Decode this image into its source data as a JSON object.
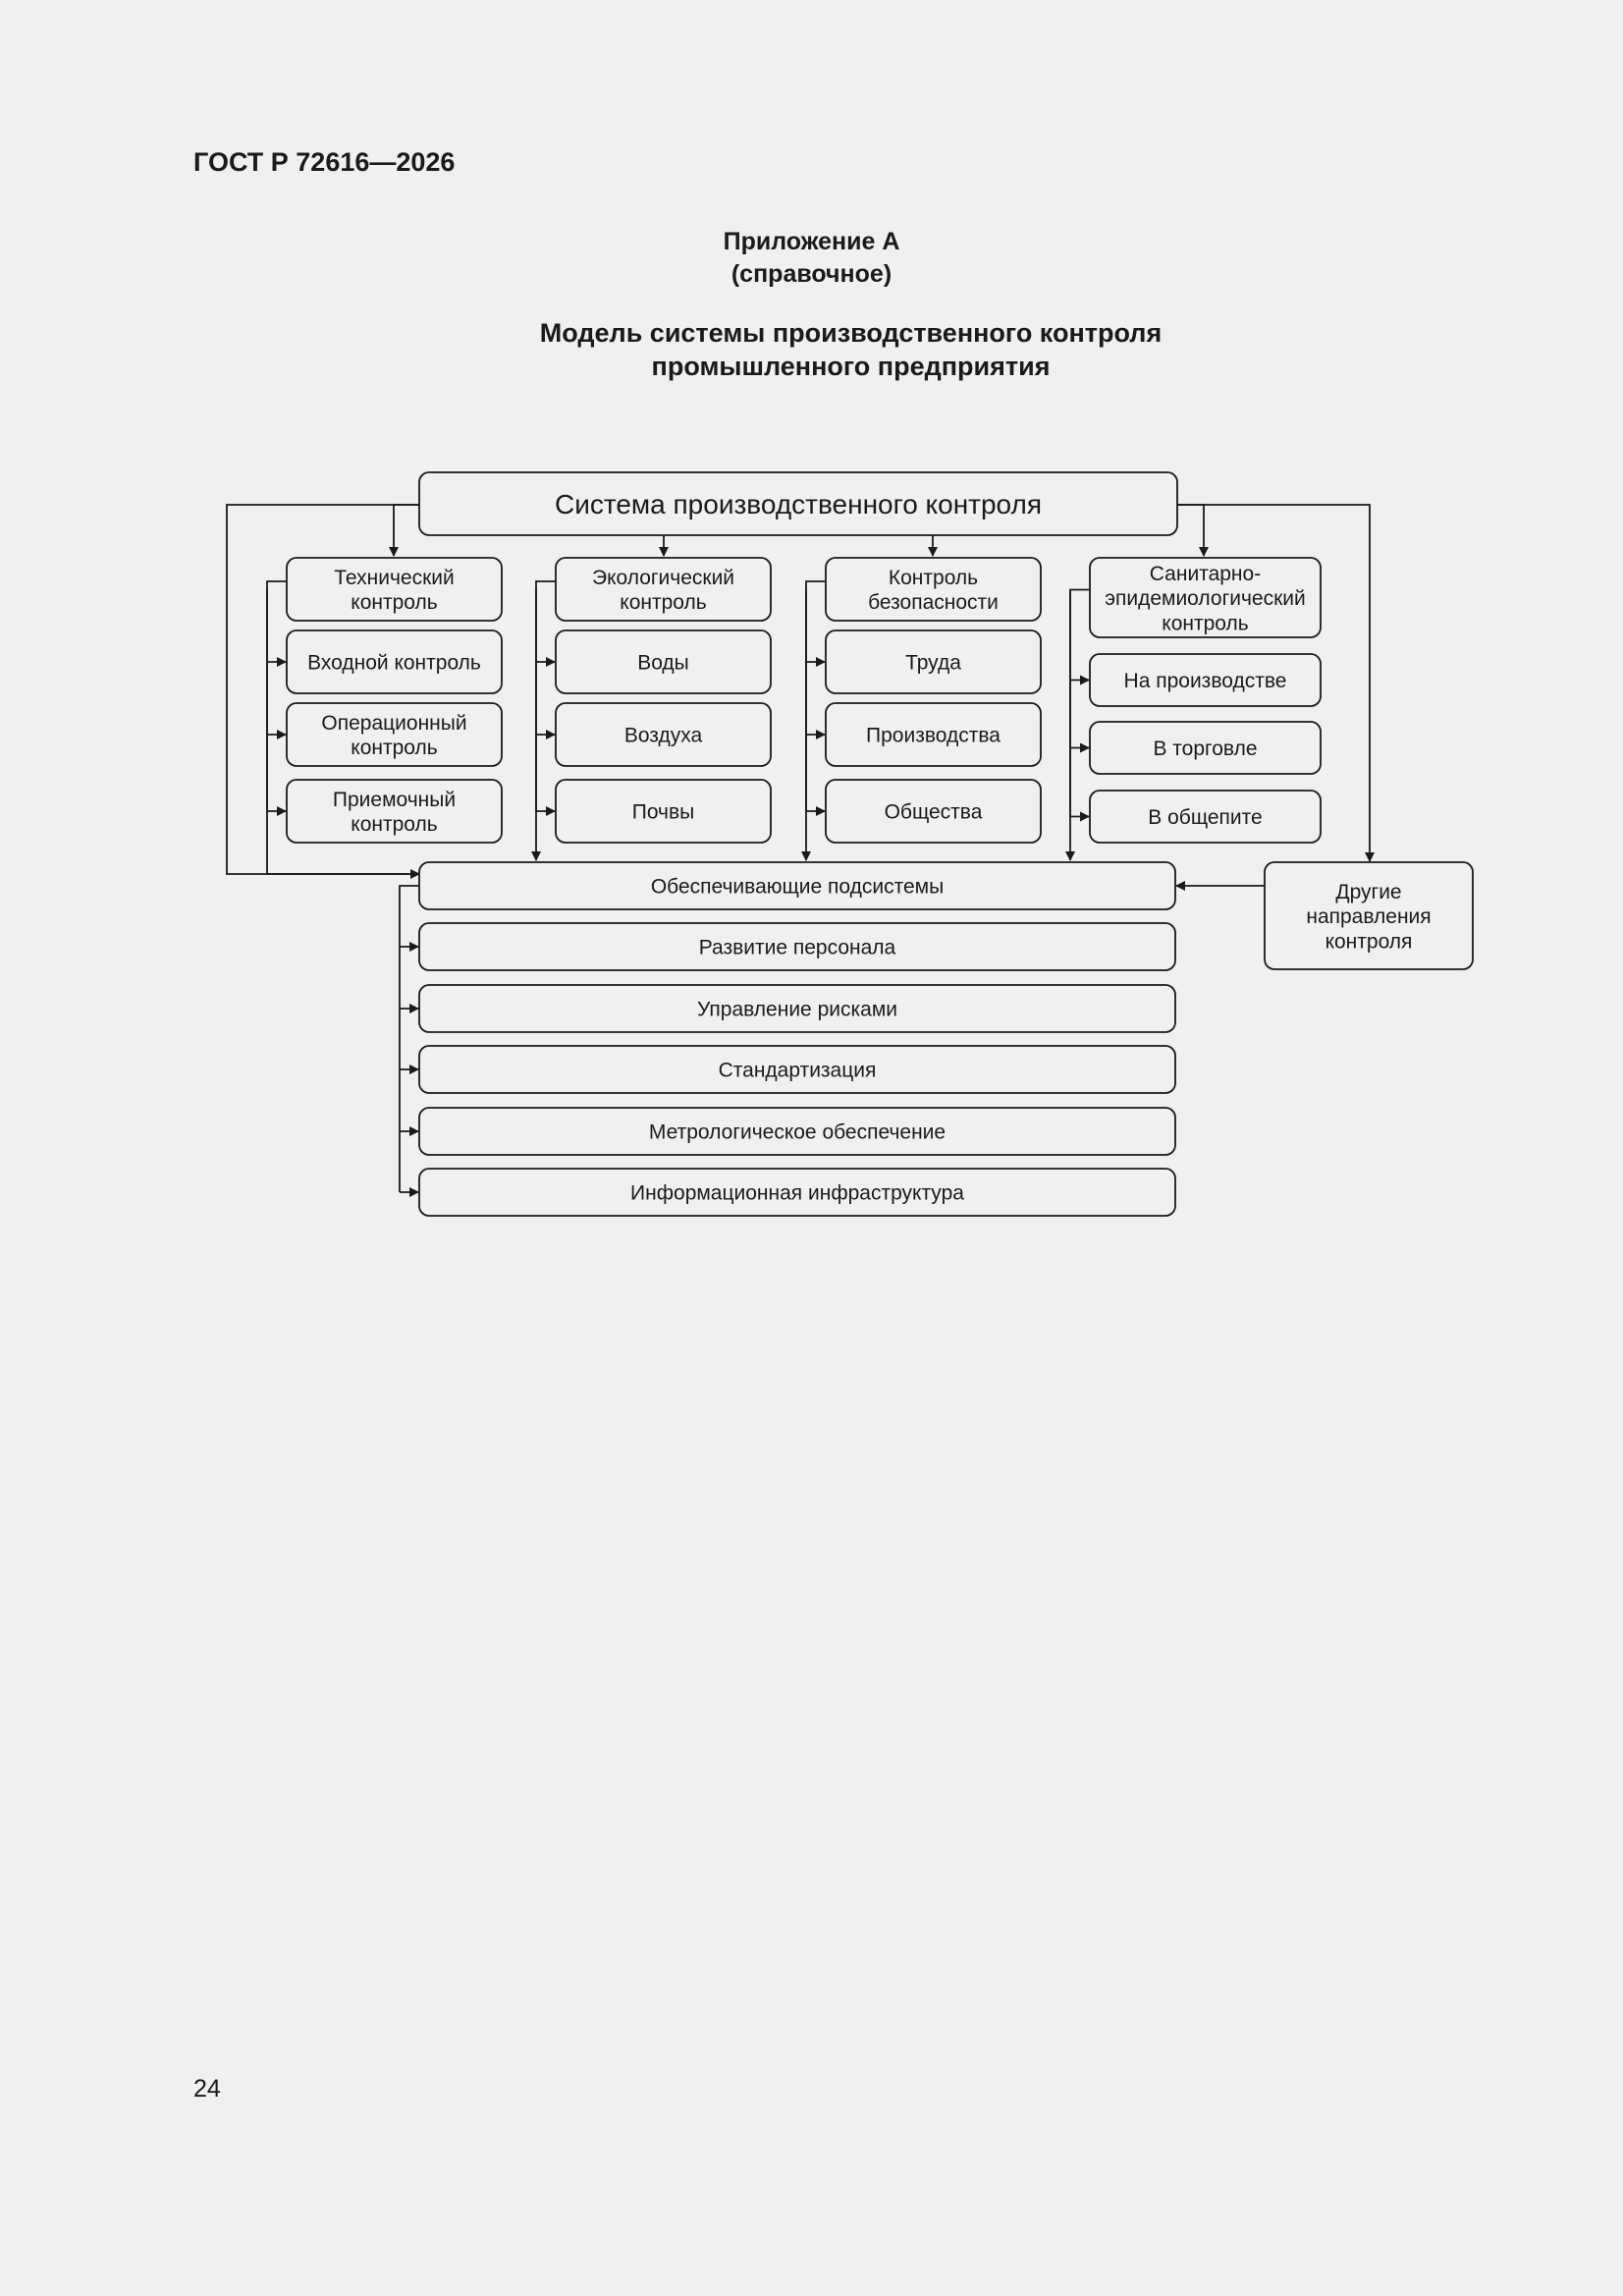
{
  "header": {
    "standard_id": "ГОСТ Р 72616—2026"
  },
  "appendix": {
    "label": "Приложение А",
    "type": "(справочное)"
  },
  "title": {
    "line1": "Модель системы производственного контроля",
    "line2": "промышленного предприятия"
  },
  "diagram": {
    "root": "Система производственного контроля",
    "columns": [
      {
        "heading": [
          "Технический",
          "контроль"
        ],
        "items": [
          [
            "Входной контроль"
          ],
          [
            "Операционный",
            "контроль"
          ],
          [
            "Приемочный",
            "контроль"
          ]
        ]
      },
      {
        "heading": [
          "Экологический",
          "контроль"
        ],
        "items": [
          [
            "Воды"
          ],
          [
            "Воздуха"
          ],
          [
            "Почвы"
          ]
        ]
      },
      {
        "heading": [
          "Контроль",
          "безопасности"
        ],
        "items": [
          [
            "Труда"
          ],
          [
            "Производства"
          ],
          [
            "Общества"
          ]
        ]
      },
      {
        "heading": [
          "Санитарно-",
          "эпидемиологический",
          "контроль"
        ],
        "items": [
          [
            "На производстве"
          ],
          [
            "В торговле"
          ],
          [
            "В общепите"
          ]
        ]
      }
    ],
    "support": {
      "heading": "Обеспечивающие подсистемы",
      "items": [
        "Развитие персонала",
        "Управление рисками",
        "Стандартизация",
        "Метрологическое обеспечение",
        "Информационная инфраструктура"
      ]
    },
    "other": [
      "Другие",
      "направления",
      "контроля"
    ]
  },
  "page_number": "24"
}
